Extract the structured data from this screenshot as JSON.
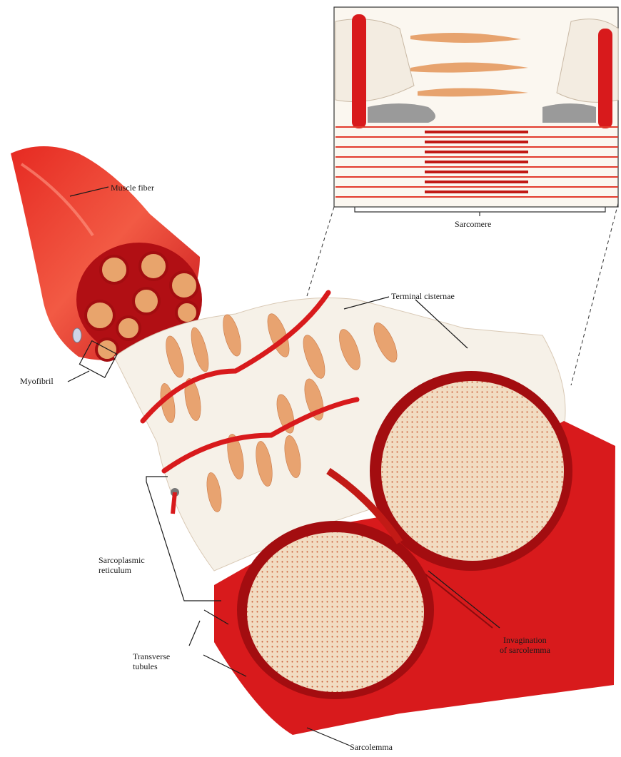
{
  "labels": {
    "muscle_fiber": "Muscle fiber",
    "sarcomere": "Sarcomere",
    "terminal_cisternae": "Terminal cisternae",
    "myofibril": "Myofibril",
    "sarcoplasmic_reticulum_1": "Sarcoplasmic",
    "sarcoplasmic_reticulum_2": "reticulum",
    "transverse_tubules_1": "Transverse",
    "transverse_tubules_2": "tubules",
    "invagination_1": "Invagination",
    "invagination_2": "of sarcolemma",
    "sarcolemma": "Sarcolemma"
  },
  "colors": {
    "muscle_red": "#d81a1c",
    "dark_red": "#a30d10",
    "reticulum_white": "#f6f1e8",
    "myofibril_fill": "#e8b07a",
    "filament_pink": "#e9c7a8",
    "background": "#ffffff"
  }
}
